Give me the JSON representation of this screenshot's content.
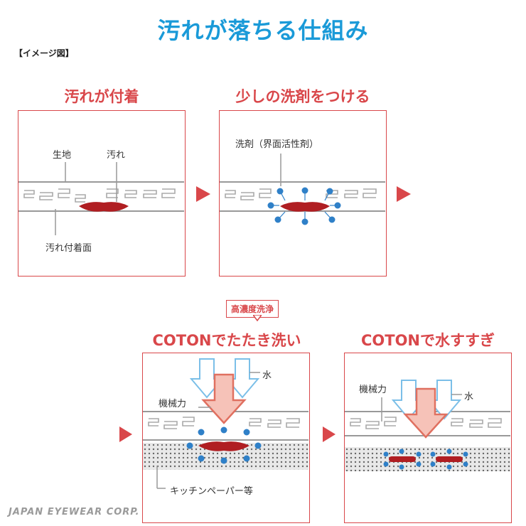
{
  "title": "汚れが落ちる仕組み",
  "image_label": "【イメージ図】",
  "steps": [
    {
      "title": "汚れが付着",
      "labels": {
        "fabric": "生地",
        "stain": "汚れ",
        "stain_surface": "汚れ付着面"
      }
    },
    {
      "title": "少しの洗剤をつける",
      "labels": {
        "detergent": "洗剤（界面活性剤）"
      }
    },
    {
      "title": "COTONでたたき洗い",
      "badge": "高濃度洗浄",
      "labels": {
        "mechanical": "機械力",
        "water": "水",
        "kitchen_paper": "キッチンペーパー等"
      }
    },
    {
      "title": "COTONで水すすぎ",
      "labels": {
        "mechanical": "機械力",
        "water": "水"
      }
    }
  ],
  "footer": "JAPAN EYEWEAR CORP.",
  "colors": {
    "title_blue": "#1a9ad8",
    "accent_red": "#d9474a",
    "stain": "#b01e22",
    "detergent": "#2f80c8"
  }
}
